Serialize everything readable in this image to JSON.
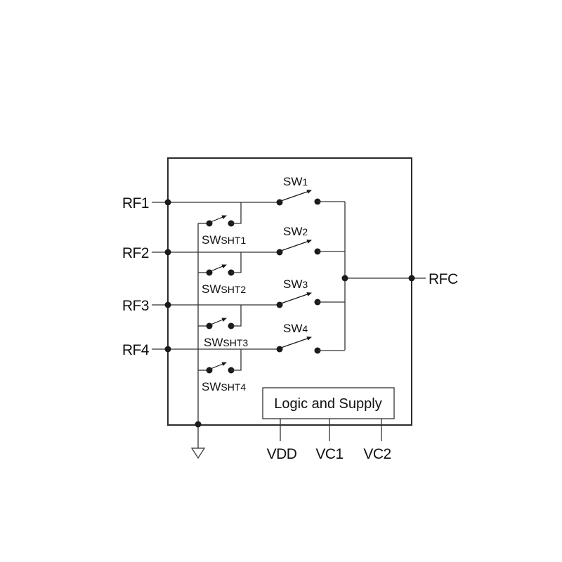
{
  "diagram": {
    "type": "RF switch functional block diagram (SP4T)",
    "pins_left": [
      {
        "id": "rf1",
        "label": "RF1"
      },
      {
        "id": "rf2",
        "label": "RF2"
      },
      {
        "id": "rf3",
        "label": "RF3"
      },
      {
        "id": "rf4",
        "label": "RF4"
      }
    ],
    "pin_right": {
      "id": "rfc",
      "label": "RFC"
    },
    "series_switches": [
      {
        "id": "sw1",
        "base": "SW",
        "index": "1"
      },
      {
        "id": "sw2",
        "base": "SW",
        "index": "2"
      },
      {
        "id": "sw3",
        "base": "SW",
        "index": "3"
      },
      {
        "id": "sw4",
        "base": "SW",
        "index": "4"
      }
    ],
    "shunt_switches": [
      {
        "id": "swsht1",
        "base": "SW",
        "sub": "SHT1"
      },
      {
        "id": "swsht2",
        "base": "SW",
        "sub": "SHT2"
      },
      {
        "id": "swsht3",
        "base": "SW",
        "sub": "SHT3"
      },
      {
        "id": "swsht4",
        "base": "SW",
        "sub": "SHT4"
      }
    ],
    "logic_block": {
      "label": "Logic and Supply"
    },
    "control_pins": [
      {
        "id": "vdd",
        "label": "VDD"
      },
      {
        "id": "vc1",
        "label": "VC1"
      },
      {
        "id": "vc2",
        "label": "VC2"
      }
    ],
    "ground": {
      "label": "ground"
    }
  }
}
